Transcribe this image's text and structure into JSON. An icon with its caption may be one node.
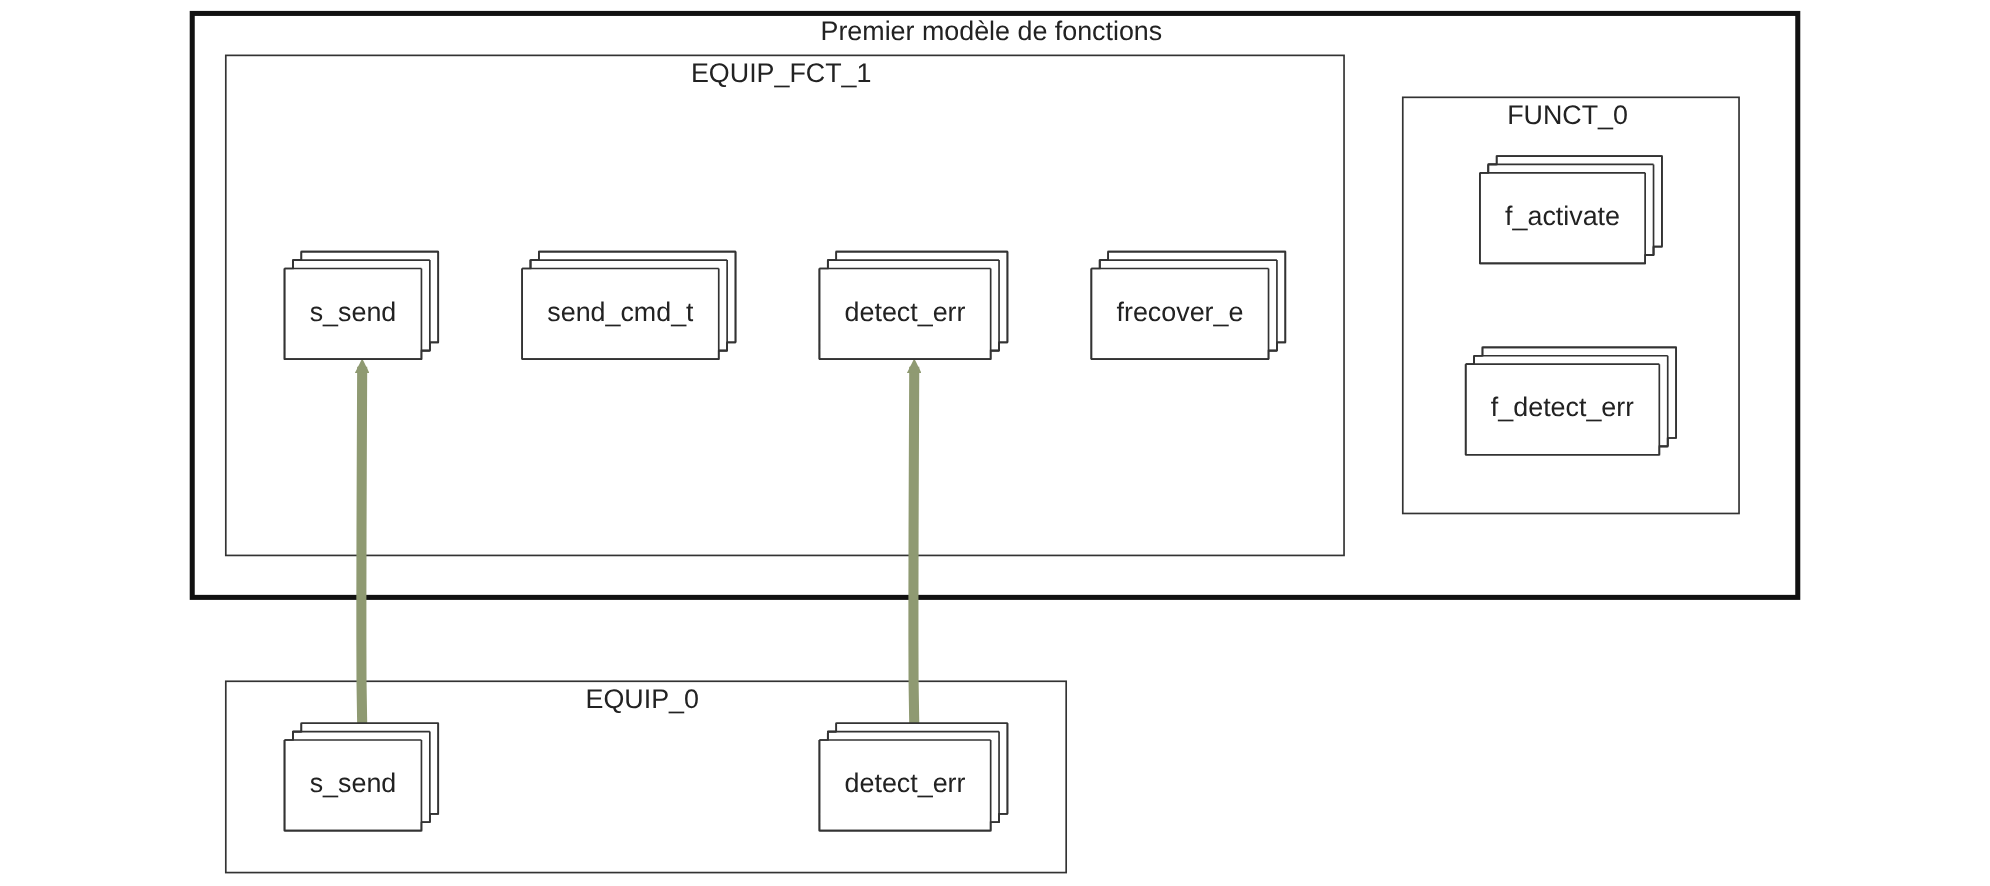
{
  "diagram": {
    "nodes": [
      {
        "text": [
          "Premier modèle de fonctions"
        ]
      },
      {
        "text": [
          "FUNCT_0"
        ],
        "in": 0
      },
      {
        "text": [
          "f_activate"
        ],
        "in": 1
      },
      {
        "text": [
          "f_detect_err"
        ],
        "in": 1
      },
      {
        "text": [
          "EQUIP_FCT_1"
        ],
        "in": 0
      },
      {
        "text": [
          "s_send"
        ],
        "in": 4
      },
      {
        "text": [
          "send_cmd_t"
        ],
        "in": 4
      },
      {
        "text": [
          "detect_err"
        ],
        "in": 4
      },
      {
        "text": [
          "frecover_e"
        ],
        "in": 4
      },
      {
        "text": [
          "EQUIP_0"
        ]
      },
      {
        "text": [
          "s_send"
        ],
        "in": 9
      },
      {
        "text": [
          "detect_err"
        ],
        "in": 9
      }
    ],
    "edges": [
      {
        "from": 10,
        "to": 5,
        "arrow": "to"
      },
      {
        "from": 11,
        "to": 7,
        "arrow": "to"
      }
    ]
  }
}
